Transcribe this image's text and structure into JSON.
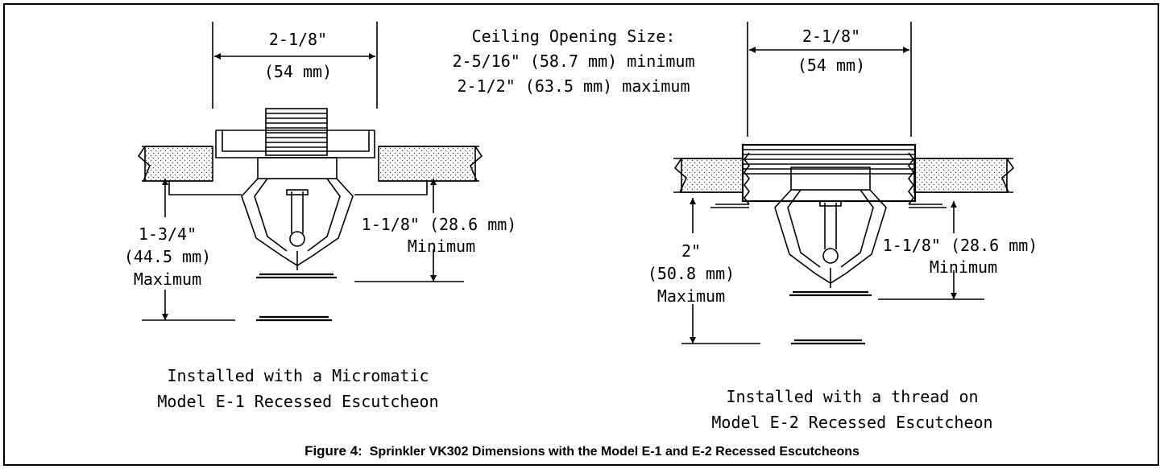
{
  "opening": {
    "title": "Ceiling Opening Size:",
    "min": "2-5/16\" (58.7 mm) minimum",
    "max": "2-1/2\" (63.5 mm) maximum"
  },
  "left": {
    "width_in": "2-1/8\"",
    "width_mm": "(54 mm)",
    "depth_in": "1-1/8\" (28.6 mm)",
    "depth_word": "Minimum",
    "max_in": "1-3/4\"",
    "max_mm": "(44.5 mm)",
    "max_word": "Maximum",
    "caption1": "Installed with a Micromatic",
    "caption2": "Model E-1 Recessed Escutcheon"
  },
  "right": {
    "width_in": "2-1/8\"",
    "width_mm": "(54 mm)",
    "depth_in": "1-1/8\" (28.6 mm)",
    "depth_word": "Minimum",
    "max_in": "2\"",
    "max_mm": "(50.8 mm)",
    "max_word": "Maximum",
    "caption1": "Installed with a thread on",
    "caption2": "Model E-2 Recessed Escutcheon"
  },
  "figure": {
    "number": "Figure 4:",
    "title": "Sprinkler VK302 Dimensions with the Model E-1 and E-2 Recessed Escutcheons"
  }
}
